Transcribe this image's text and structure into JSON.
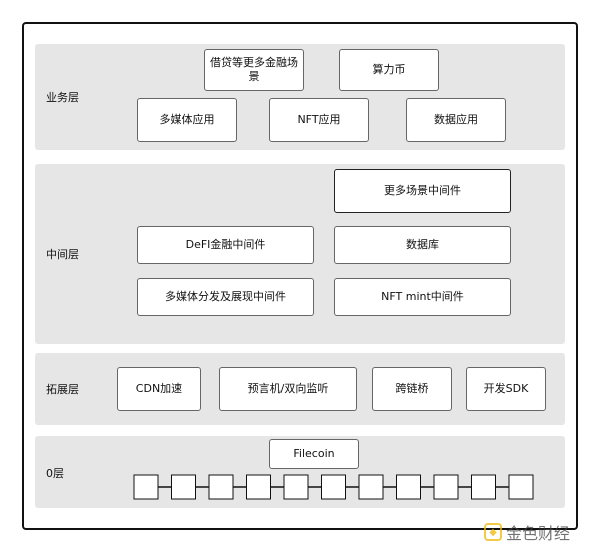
{
  "layers": {
    "business": {
      "label": "业务层",
      "boxes": {
        "lending": "借贷等更多金融场景",
        "hashrate": "算力币",
        "multimedia": "多媒体应用",
        "nft": "NFT应用",
        "data": "数据应用"
      }
    },
    "middleware": {
      "label": "中间层",
      "boxes": {
        "more_scenarios": "更多场景中间件",
        "defi": "DeFI金融中间件",
        "database": "数据库",
        "media_distribution": "多媒体分发及展现中间件",
        "nft_mint": "NFT mint中间件"
      }
    },
    "extension": {
      "label": "拓展层",
      "boxes": {
        "cdn": "CDN加速",
        "oracle": "预言机/双向监听",
        "bridge": "跨链桥",
        "sdk": "开发SDK"
      }
    },
    "zero": {
      "label": "0层",
      "filecoin": "Filecoin",
      "chain_block_count": 11
    }
  },
  "watermark": {
    "text": "金色财经",
    "icon": "jinse-logo-icon"
  },
  "colors": {
    "layer_background": "#e6e6e6",
    "frame_border": "#111111",
    "box_border": "#666666",
    "watermark_accent": "#f0b90b"
  }
}
